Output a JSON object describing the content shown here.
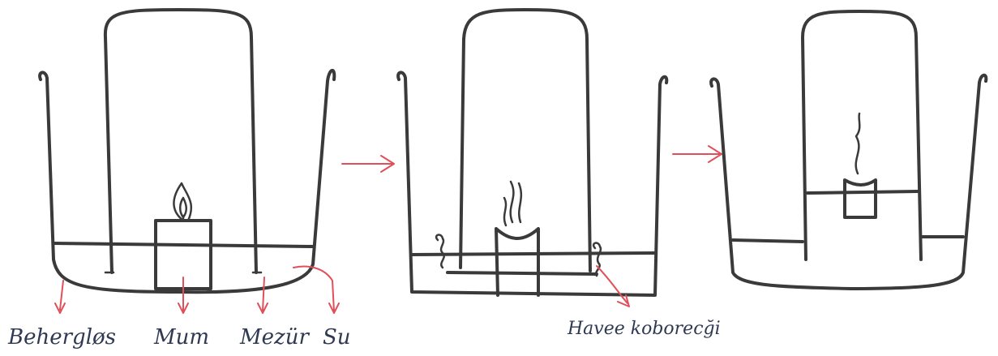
{
  "labels": {
    "beaker": "Behergløs",
    "candle": "Mum",
    "cylinder": "Mezür",
    "water": "Su",
    "air_bubble": "Havee koborecği"
  },
  "colors": {
    "ink": "#3a3a3a",
    "arrow": "#e0505a",
    "label_text": "#2f3a52"
  }
}
